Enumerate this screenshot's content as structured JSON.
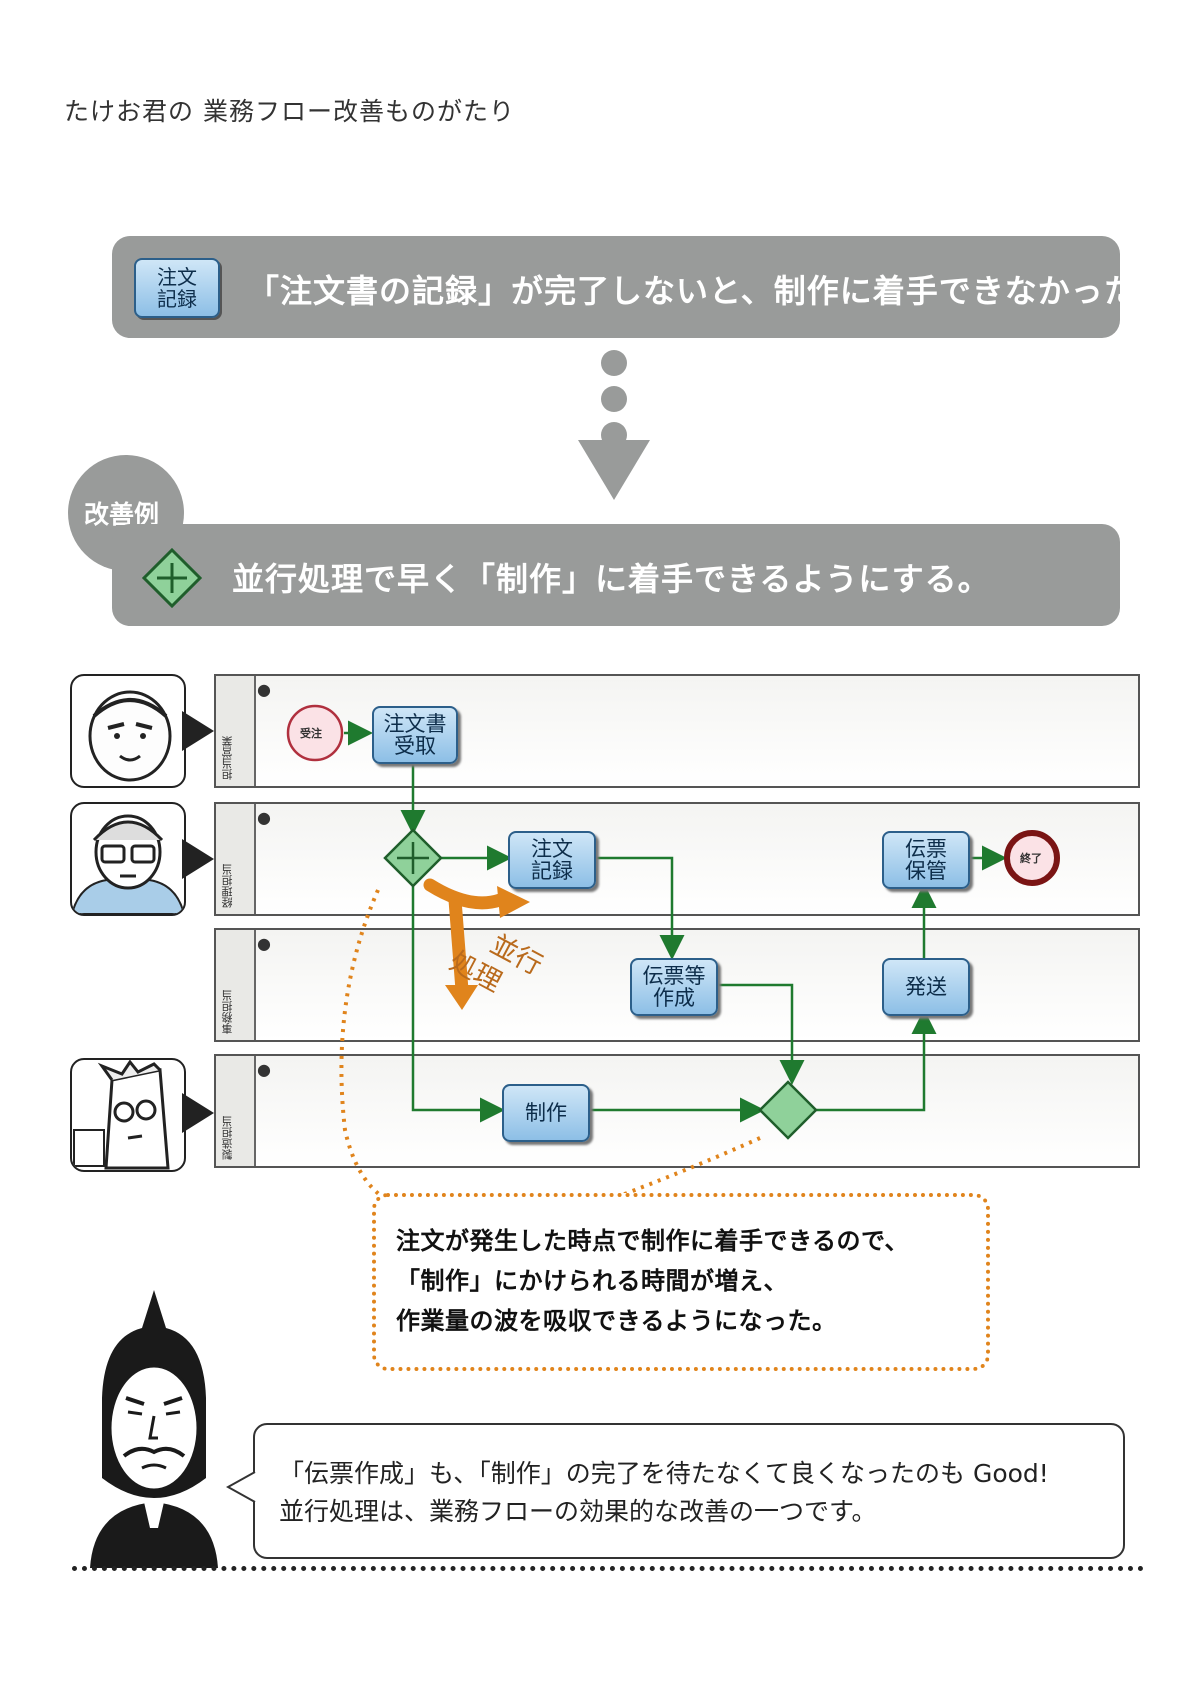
{
  "header": {
    "title": "たけお君の 業務フロー改善ものがたり"
  },
  "problem": {
    "icon_label": [
      "注文",
      "記録"
    ],
    "text": "「注文書の記録」が完了しないと、制作に着手できなかった"
  },
  "improvement": {
    "badge": "改善例",
    "text": "並行処理で早く「制作」に着手できるようにする。"
  },
  "diagram": {
    "lanes": [
      {
        "label": "担当営業"
      },
      {
        "label": "経理担当"
      },
      {
        "label": "事務担当"
      },
      {
        "label": "製造担当"
      }
    ],
    "start_event": "受注",
    "end_event": "終了",
    "tasks": {
      "order_receive": [
        "注文書",
        "受取"
      ],
      "order_record": [
        "注文",
        "記録"
      ],
      "slip_create": [
        "伝票等",
        "作成"
      ],
      "production": "制作",
      "shipping": "発送",
      "slip_store": [
        "伝票",
        "保管"
      ]
    },
    "parallel_label": [
      "並行",
      "処理"
    ],
    "colors": {
      "lane_border": "#555555",
      "task_fill": "#8dbfe6",
      "gateway": "#7cc68a",
      "flow": "#1f7a2f",
      "accent": "#e0841c",
      "end": "#8b1a1a"
    }
  },
  "callout": {
    "lines": [
      "注文が発生した時点で制作に着手できるので、",
      "「制作」にかけられる時間が増え、",
      "作業量の波を吸収できるようになった。"
    ]
  },
  "speech": {
    "lines": [
      "「伝票作成」も、「制作」の完了を待たなくて良くなったのも Good!",
      "並行処理は、業務フローの効果的な改善の一つです。"
    ]
  }
}
